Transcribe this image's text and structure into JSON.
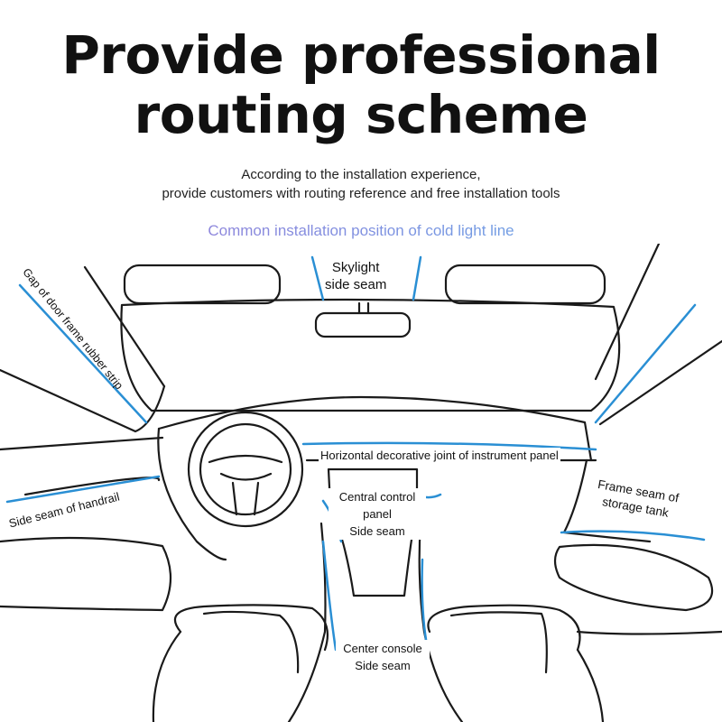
{
  "header": {
    "title_line1": "Provide professional",
    "title_line2": "routing scheme",
    "subtitle_line1": "According to the installation experience,",
    "subtitle_line2": "provide customers with routing reference and free installation tools",
    "highlight": "Common installation position of cold light line"
  },
  "labels": {
    "skylight_line1": "Skylight",
    "skylight_line2": "side seam",
    "door_frame": "Gap of door frame rubber strip",
    "handrail": "Side seam of handrail",
    "instrument_panel": "Horizontal decorative joint of instrument panel",
    "central_control_line1": "Central control",
    "central_control_line2": "panel",
    "central_control_line3": "Side seam",
    "storage_line1": "Frame seam of",
    "storage_line2": "storage tank",
    "console_line1": "Center console",
    "console_line2": "Side seam"
  },
  "colors": {
    "light_line": "#2a8fd4",
    "outline": "#1a1a1a",
    "highlight_start": "#a07ad6",
    "highlight_end": "#5fb0e8"
  }
}
